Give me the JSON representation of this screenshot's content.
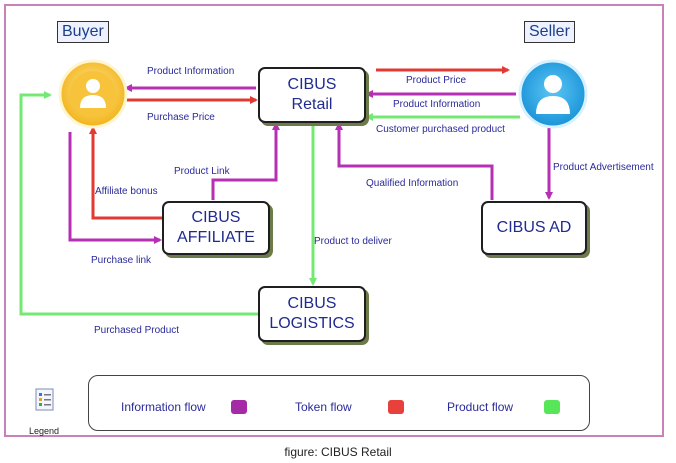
{
  "roles": {
    "buyer": "Buyer",
    "seller": "Seller"
  },
  "nodes": {
    "retail": [
      "CIBUS",
      "Retail"
    ],
    "affiliate": [
      "CIBUS",
      "AFFILIATE"
    ],
    "logistics": [
      "CIBUS",
      "LOGISTICS"
    ],
    "ad": "CIBUS AD"
  },
  "edges": {
    "product_information_to_buyer": "Product Information",
    "purchase_price": "Purchase Price",
    "product_price": "Product Price",
    "product_information_from_seller": "Product Information",
    "customer_purchased_product": "Customer purchased product",
    "product_link": "Product Link",
    "affiliate_bonus": "Affiliate bonus",
    "purchase_link": "Purchase link",
    "product_to_deliver": "Product to deliver",
    "qualified_information": "Qualified Information",
    "product_advertisement": "Product Advertisement",
    "purchased_product": "Purchased Product"
  },
  "legend": {
    "label": "Legend",
    "items": [
      {
        "label": "Information flow",
        "color": "#a52aa5"
      },
      {
        "label": "Token flow",
        "color": "#e8413c"
      },
      {
        "label": "Product flow",
        "color": "#57e657"
      }
    ]
  },
  "colors": {
    "information": "#b530b5",
    "token": "#e23a32",
    "product": "#73e873"
  },
  "caption": "figure: CIBUS Retail"
}
